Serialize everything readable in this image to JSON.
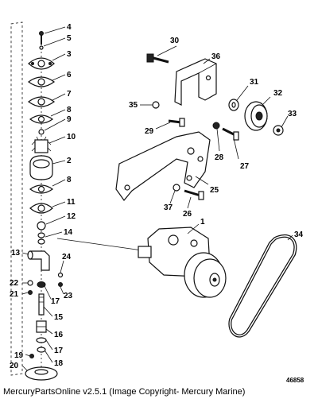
{
  "callouts": {
    "c1": "1",
    "c2": "2",
    "c3": "3",
    "c4": "4",
    "c5": "5",
    "c6": "6",
    "c7": "7",
    "c8a": "8",
    "c8b": "8",
    "c9": "9",
    "c10": "10",
    "c11": "11",
    "c12": "12",
    "c13": "13",
    "c14": "14",
    "c15": "15",
    "c16": "16",
    "c17a": "17",
    "c17b": "17",
    "c18": "18",
    "c19": "19",
    "c20": "20",
    "c21": "21",
    "c22": "22",
    "c23": "23",
    "c24": "24",
    "c25": "25",
    "c26": "26",
    "c27": "27",
    "c28": "28",
    "c29": "29",
    "c30": "30",
    "c31": "31",
    "c32": "32",
    "c33": "33",
    "c34": "34",
    "c35": "35",
    "c36": "36",
    "c37": "37"
  },
  "figure_number": "46858",
  "caption": "MercuryPartsOnline v2.5.1 (Image Copyright- Mercury Marine)"
}
